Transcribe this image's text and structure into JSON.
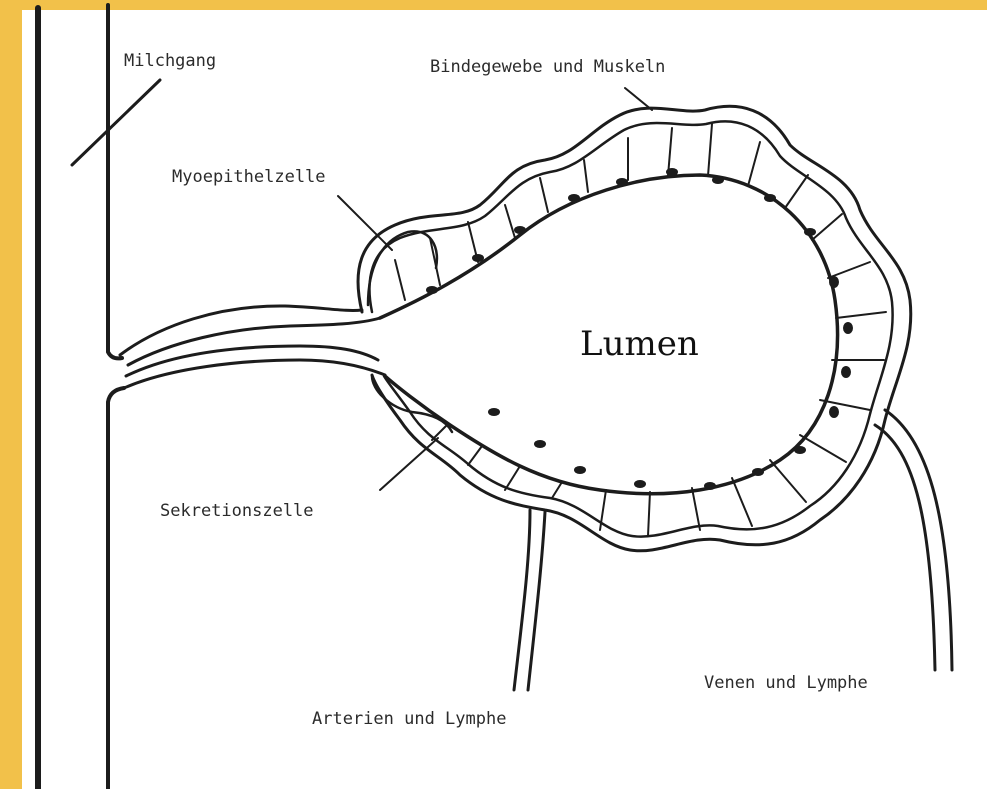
{
  "colors": {
    "frame": "#f2c14a",
    "ink": "#1c1c1c",
    "background": "#ffffff"
  },
  "labels": {
    "milchgang": "Milchgang",
    "bindegewebe": "Bindegewebe und Muskeln",
    "myoepithel": "Myoepithelzelle",
    "lumen": "Lumen",
    "sekretion": "Sekretionszelle",
    "arterien": "Arterien und Lymphe",
    "venen": "Venen und Lymphe"
  }
}
